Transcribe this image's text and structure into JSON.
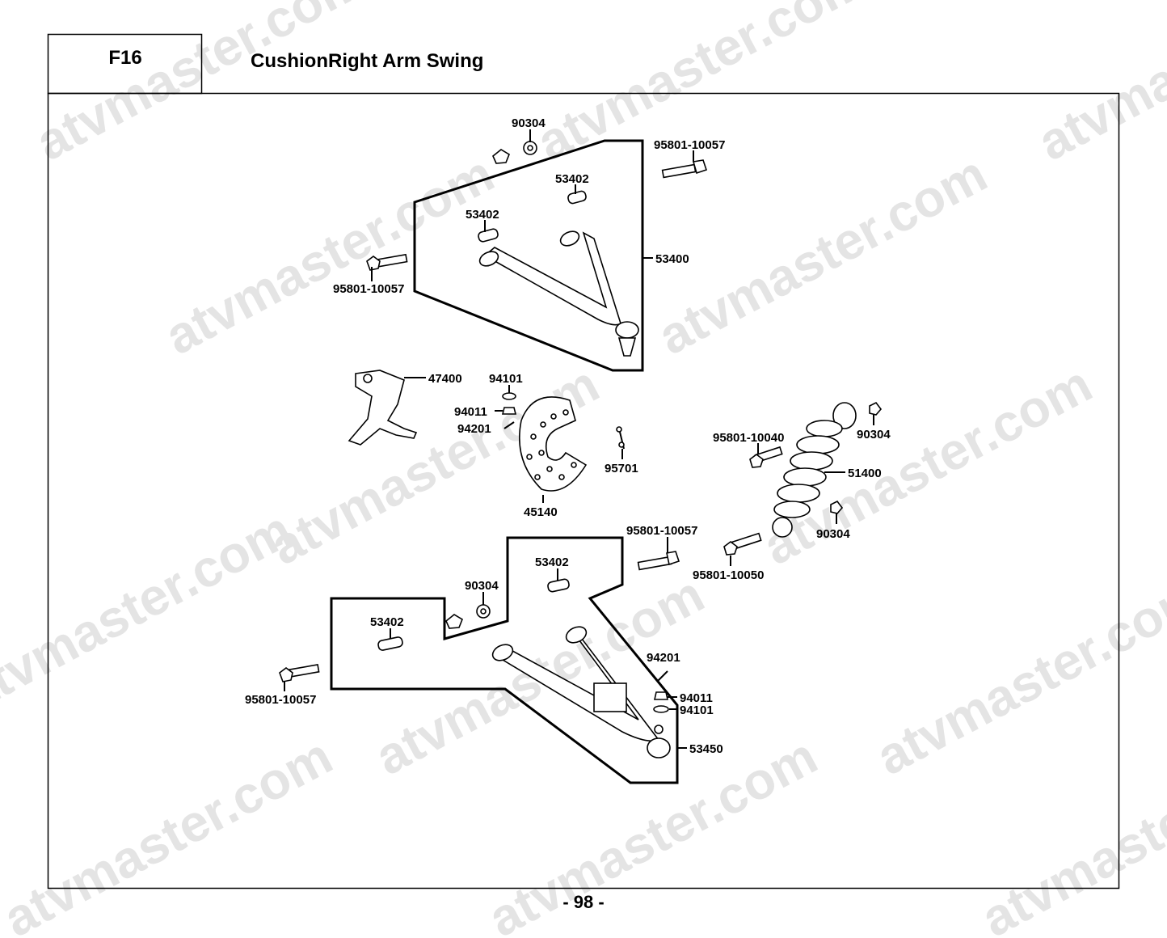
{
  "header": {
    "code": "F16",
    "title": "CushionRight Arm Swing"
  },
  "page_number": "- 98 -",
  "watermark": "atvmaster.com",
  "labels": {
    "l90304_top": "90304",
    "l95801_10057_tr": "95801-10057",
    "l53402_a": "53402",
    "l53402_b": "53402",
    "l53400": "53400",
    "l95801_10057_l": "95801-10057",
    "l47400": "47400",
    "l94101_top": "94101",
    "l94011_top": "94011",
    "l94201_top": "94201",
    "l95701": "95701",
    "l45140": "45140",
    "l95801_10040": "95801-10040",
    "l90304_r1": "90304",
    "l51400": "51400",
    "l90304_r2": "90304",
    "l95801_10057_m": "95801-10057",
    "l95801_10050": "95801-10050",
    "l53402_c": "53402",
    "l90304_low": "90304",
    "l53402_d": "53402",
    "l95801_10057_bl": "95801-10057",
    "l94201_low": "94201",
    "l94011_low": "94011",
    "l94101_low": "94101",
    "l53450": "53450"
  }
}
